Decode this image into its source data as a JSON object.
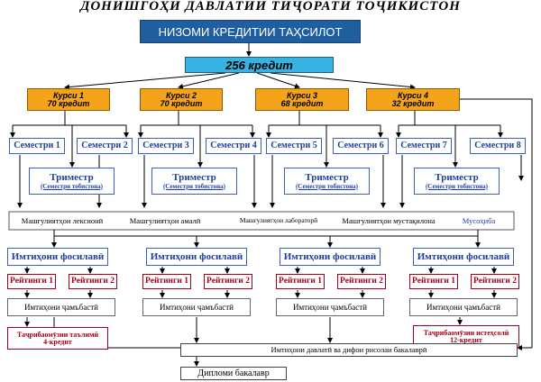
{
  "header": "ДОНИШГОҲИ ДАВЛАТИИ ТИҶОРАТИ ТОҶИКИСТОН",
  "system_title": "НИЗОМИ КРЕДИТИИ ТАҲСИЛОТ",
  "total_credits": "256 кредит",
  "courses": [
    {
      "name": "Курси 1",
      "credits": "70 кредит"
    },
    {
      "name": "Курси 2",
      "credits": "70 кредит"
    },
    {
      "name": "Курси 3",
      "credits": "68 кредит"
    },
    {
      "name": "Курси 4",
      "credits": "32 кредит"
    }
  ],
  "semesters": [
    "Семестри 1",
    "Семестри 2",
    "Семестри 3",
    "Семестри 4",
    "Семестри 5",
    "Семестри 6",
    "Семестри 7",
    "Семестри 8"
  ],
  "trimester": {
    "title": "Триместр",
    "subtitle": "(Семестри тобистона)"
  },
  "activities": [
    "Машғулиятҳои лексионӣ",
    "Машғулиятҳои амалӣ",
    "Машғулиятҳои лабораторӣ",
    "Машғулиятҳои мустақилона",
    "Мусоҳиба"
  ],
  "midterm_exam": "Имтиҳони фосилавӣ",
  "rating_1": "Рейтинги 1",
  "rating_2": "Рейтинги 2",
  "total_exam": "Имтиҳони ҷамъбастӣ",
  "practice_study": {
    "title": "Таҷрибаомӯзии таълимӣ",
    "credits": "4-кредит"
  },
  "practice_production": {
    "title": "Таҷрибаомӯзии истеҳсолӣ",
    "credits": "12-кредит"
  },
  "final_state_exam": "Имтиҳони давлатӣ ва дифои рисолаи бакалаврӣ",
  "diploma": "Дипломи бакалавр"
}
